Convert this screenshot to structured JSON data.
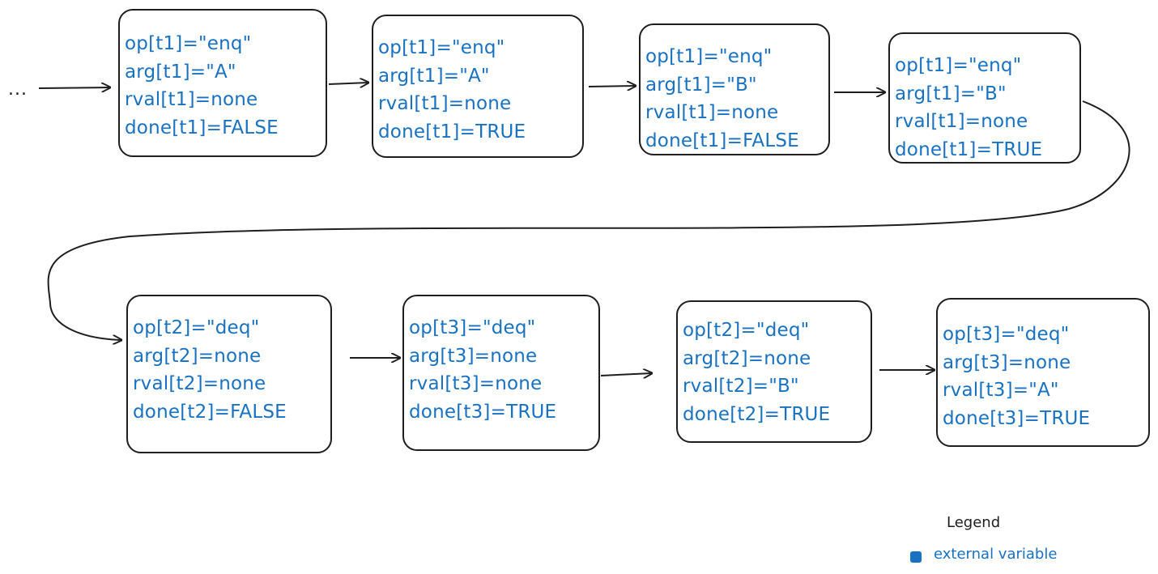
{
  "colors": {
    "external_variable": "#1971c2",
    "stroke": "#1e1e1e",
    "background": "#ffffff"
  },
  "start_marker": "...",
  "states": [
    {
      "lines": [
        "op[t1]=\"enq\"",
        "arg[t1]=\"A\"",
        "rval[t1]=none",
        "done[t1]=FALSE"
      ]
    },
    {
      "lines": [
        "op[t1]=\"enq\"",
        "arg[t1]=\"A\"",
        "rval[t1]=none",
        "done[t1]=TRUE"
      ]
    },
    {
      "lines": [
        "op[t1]=\"enq\"",
        "arg[t1]=\"B\"",
        "rval[t1]=none",
        "done[t1]=FALSE"
      ]
    },
    {
      "lines": [
        "op[t1]=\"enq\"",
        "arg[t1]=\"B\"",
        "rval[t1]=none",
        "done[t1]=TRUE"
      ]
    },
    {
      "lines": [
        "op[t2]=\"deq\"",
        "arg[t2]=none",
        "rval[t2]=none",
        "done[t2]=FALSE"
      ]
    },
    {
      "lines": [
        "op[t3]=\"deq\"",
        "arg[t3]=none",
        "rval[t3]=none",
        "done[t3]=TRUE"
      ]
    },
    {
      "lines": [
        "op[t2]=\"deq\"",
        "arg[t2]=none",
        "rval[t2]=\"B\"",
        "done[t2]=TRUE"
      ]
    },
    {
      "lines": [
        "op[t3]=\"deq\"",
        "arg[t3]=none",
        "rval[t3]=\"A\"",
        "done[t3]=TRUE"
      ]
    }
  ],
  "legend": {
    "title": "Legend",
    "items": [
      {
        "label": "external variable",
        "color": "#1971c2"
      }
    ]
  }
}
